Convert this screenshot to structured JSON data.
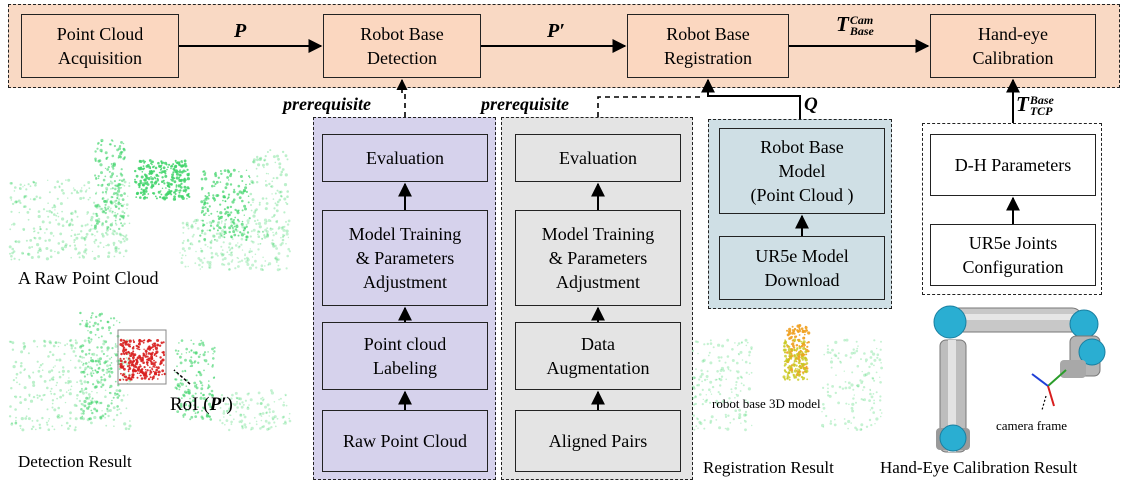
{
  "pipeline": {
    "steps": [
      "Point Cloud\nAcquisition",
      "Robot Base\nDetection",
      "Robot Base\nRegistration",
      "Hand-eye\nCalibration"
    ],
    "arrow_labels": [
      "P",
      "P′"
    ],
    "t_cam": {
      "main": "T",
      "sup": "Cam",
      "sub": "Base"
    },
    "t_tcp": {
      "main": "T",
      "sup": "Base",
      "sub": "TCP"
    },
    "q_label": "Q"
  },
  "prereq_label": "prerequisite",
  "detection_column": [
    "Evaluation",
    "Model Training\n& Parameters\nAdjustment",
    "Point cloud\nLabeling",
    "Raw Point Cloud"
  ],
  "registration_column": [
    "Evaluation",
    "Model Training\n& Parameters\nAdjustment",
    "Data\nAugmentation",
    "Aligned Pairs"
  ],
  "model_column": [
    "Robot Base\nModel\n(Point Cloud )",
    "UR5e Model\nDownload"
  ],
  "calibration_column": [
    "D-H Parameters",
    "UR5e Joints\nConfiguration"
  ],
  "captions": {
    "raw": "A Raw Point Cloud",
    "detection": "Detection Result",
    "roi": "RoI (",
    "roi_p": "P′",
    "roi_close": ")",
    "registration": "Registration Result",
    "model3d": "robot base 3D model",
    "handeye": "Hand-Eye Calibration Result",
    "camera": "camera frame"
  },
  "colors": {
    "pipeline_bg": "#f9d9c4",
    "pipeline_box": "#fbd7c0",
    "detection_bg": "#d6d2ec",
    "registration_bg": "#e4e4e4",
    "model_bg": "#cfdfe5",
    "point_green": "#3fd46a",
    "roi_red": "#d81e1e",
    "robot_cyan": "#2aaed2"
  }
}
